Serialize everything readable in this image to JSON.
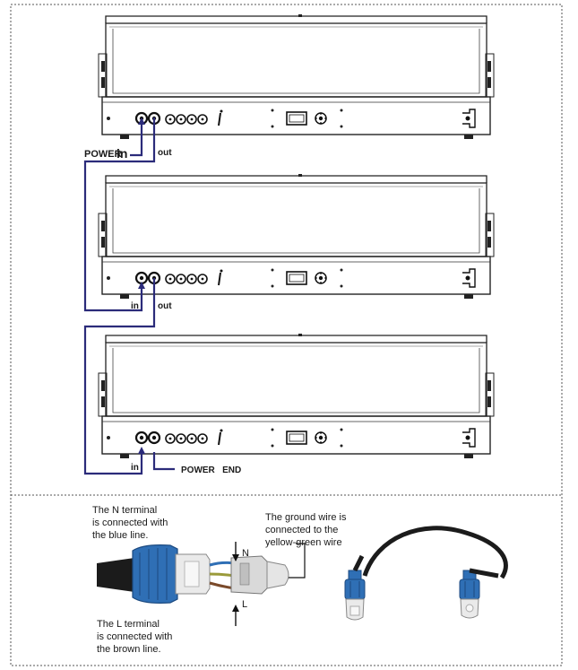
{
  "labels": {
    "power_in": "POWER",
    "in_1": "in",
    "out_1": "out",
    "in_2": "in",
    "out_2": "out",
    "in_3": "in",
    "power_end": "POWER   END",
    "n_terminal": [
      "The N terminal",
      "is connected with",
      "the blue line."
    ],
    "ground_wire": [
      "The ground wire is",
      "connected to the",
      "yellow-green wire"
    ],
    "l_terminal": [
      "The L terminal",
      "is connected with",
      "the brown line."
    ],
    "n_letter": "N",
    "l_letter": "L"
  },
  "colors": {
    "cable": "#2b2b7a",
    "device_stroke": "#222222",
    "connector_blue": "#2f6fb5",
    "border": "#555555"
  }
}
